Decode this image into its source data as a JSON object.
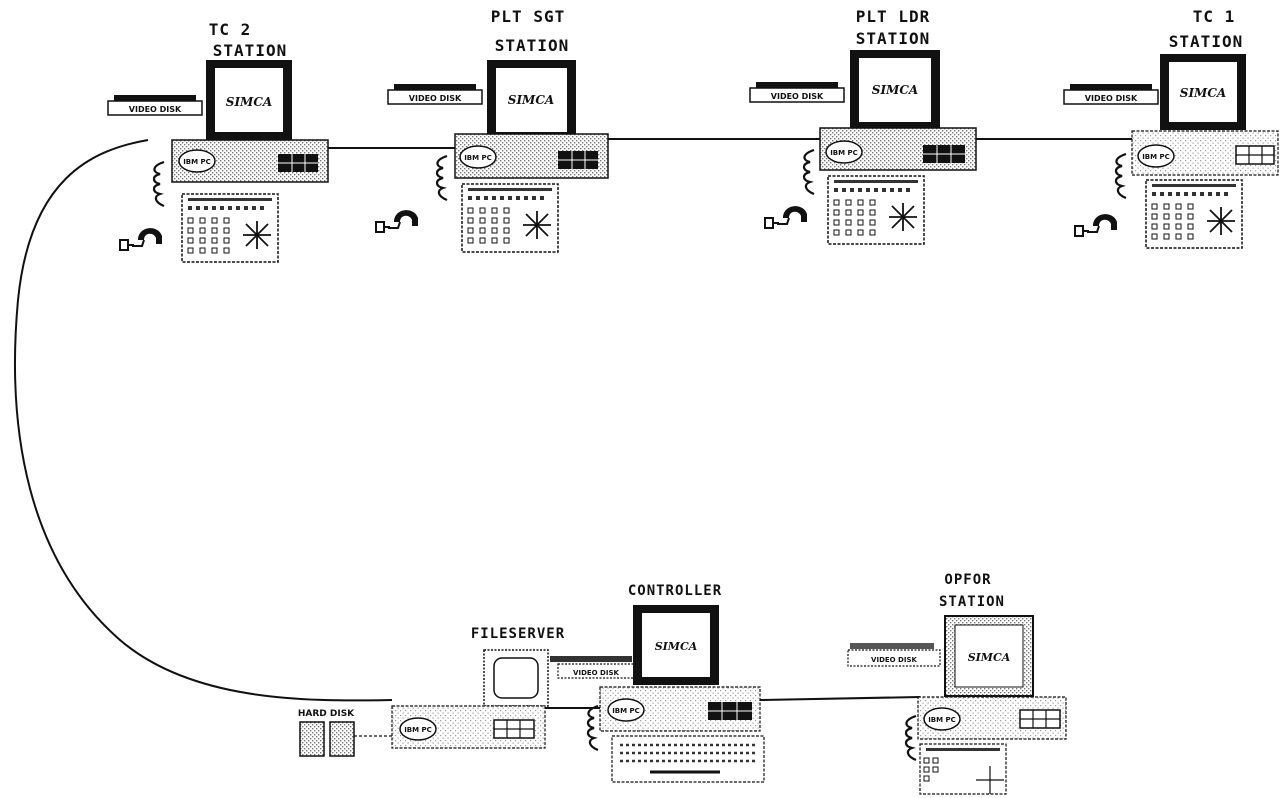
{
  "stations": [
    {
      "id": "tc2",
      "line1": "TC 2",
      "line2": "STATION",
      "screen": "SIMCA",
      "disc": "VIDEO DISK",
      "badge": "IBM PC"
    },
    {
      "id": "psgt",
      "line1": "PLT SGT",
      "line2": "STATION",
      "screen": "SIMCA",
      "disc": "VIDEO DISK",
      "badge": "IBM PC"
    },
    {
      "id": "pldr",
      "line1": "PLT LDR",
      "line2": "STATION",
      "screen": "SIMCA",
      "disc": "VIDEO DISK",
      "badge": "IBM PC"
    },
    {
      "id": "tc1",
      "line1": "TC 1",
      "line2": "STATION",
      "screen": "SIMCA",
      "disc": "VIDEO DISK",
      "badge": "IBM PC"
    }
  ],
  "fileserver": {
    "label": "FILESERVER",
    "hard_disk": "HARD DISK",
    "badge": "IBM PC"
  },
  "controller": {
    "label": "CONTROLLER",
    "screen": "SIMCA",
    "disc": "VIDEO DISK",
    "badge": "IBM PC"
  },
  "opfor": {
    "line1": "OPFOR",
    "line2": "STATION",
    "screen": "SIMCA",
    "disc": "VIDEO DISK",
    "badge": "IBM PC"
  },
  "colors": {
    "ink": "#111111",
    "paper": "#ffffff",
    "stipple": "#9a9a9a"
  }
}
